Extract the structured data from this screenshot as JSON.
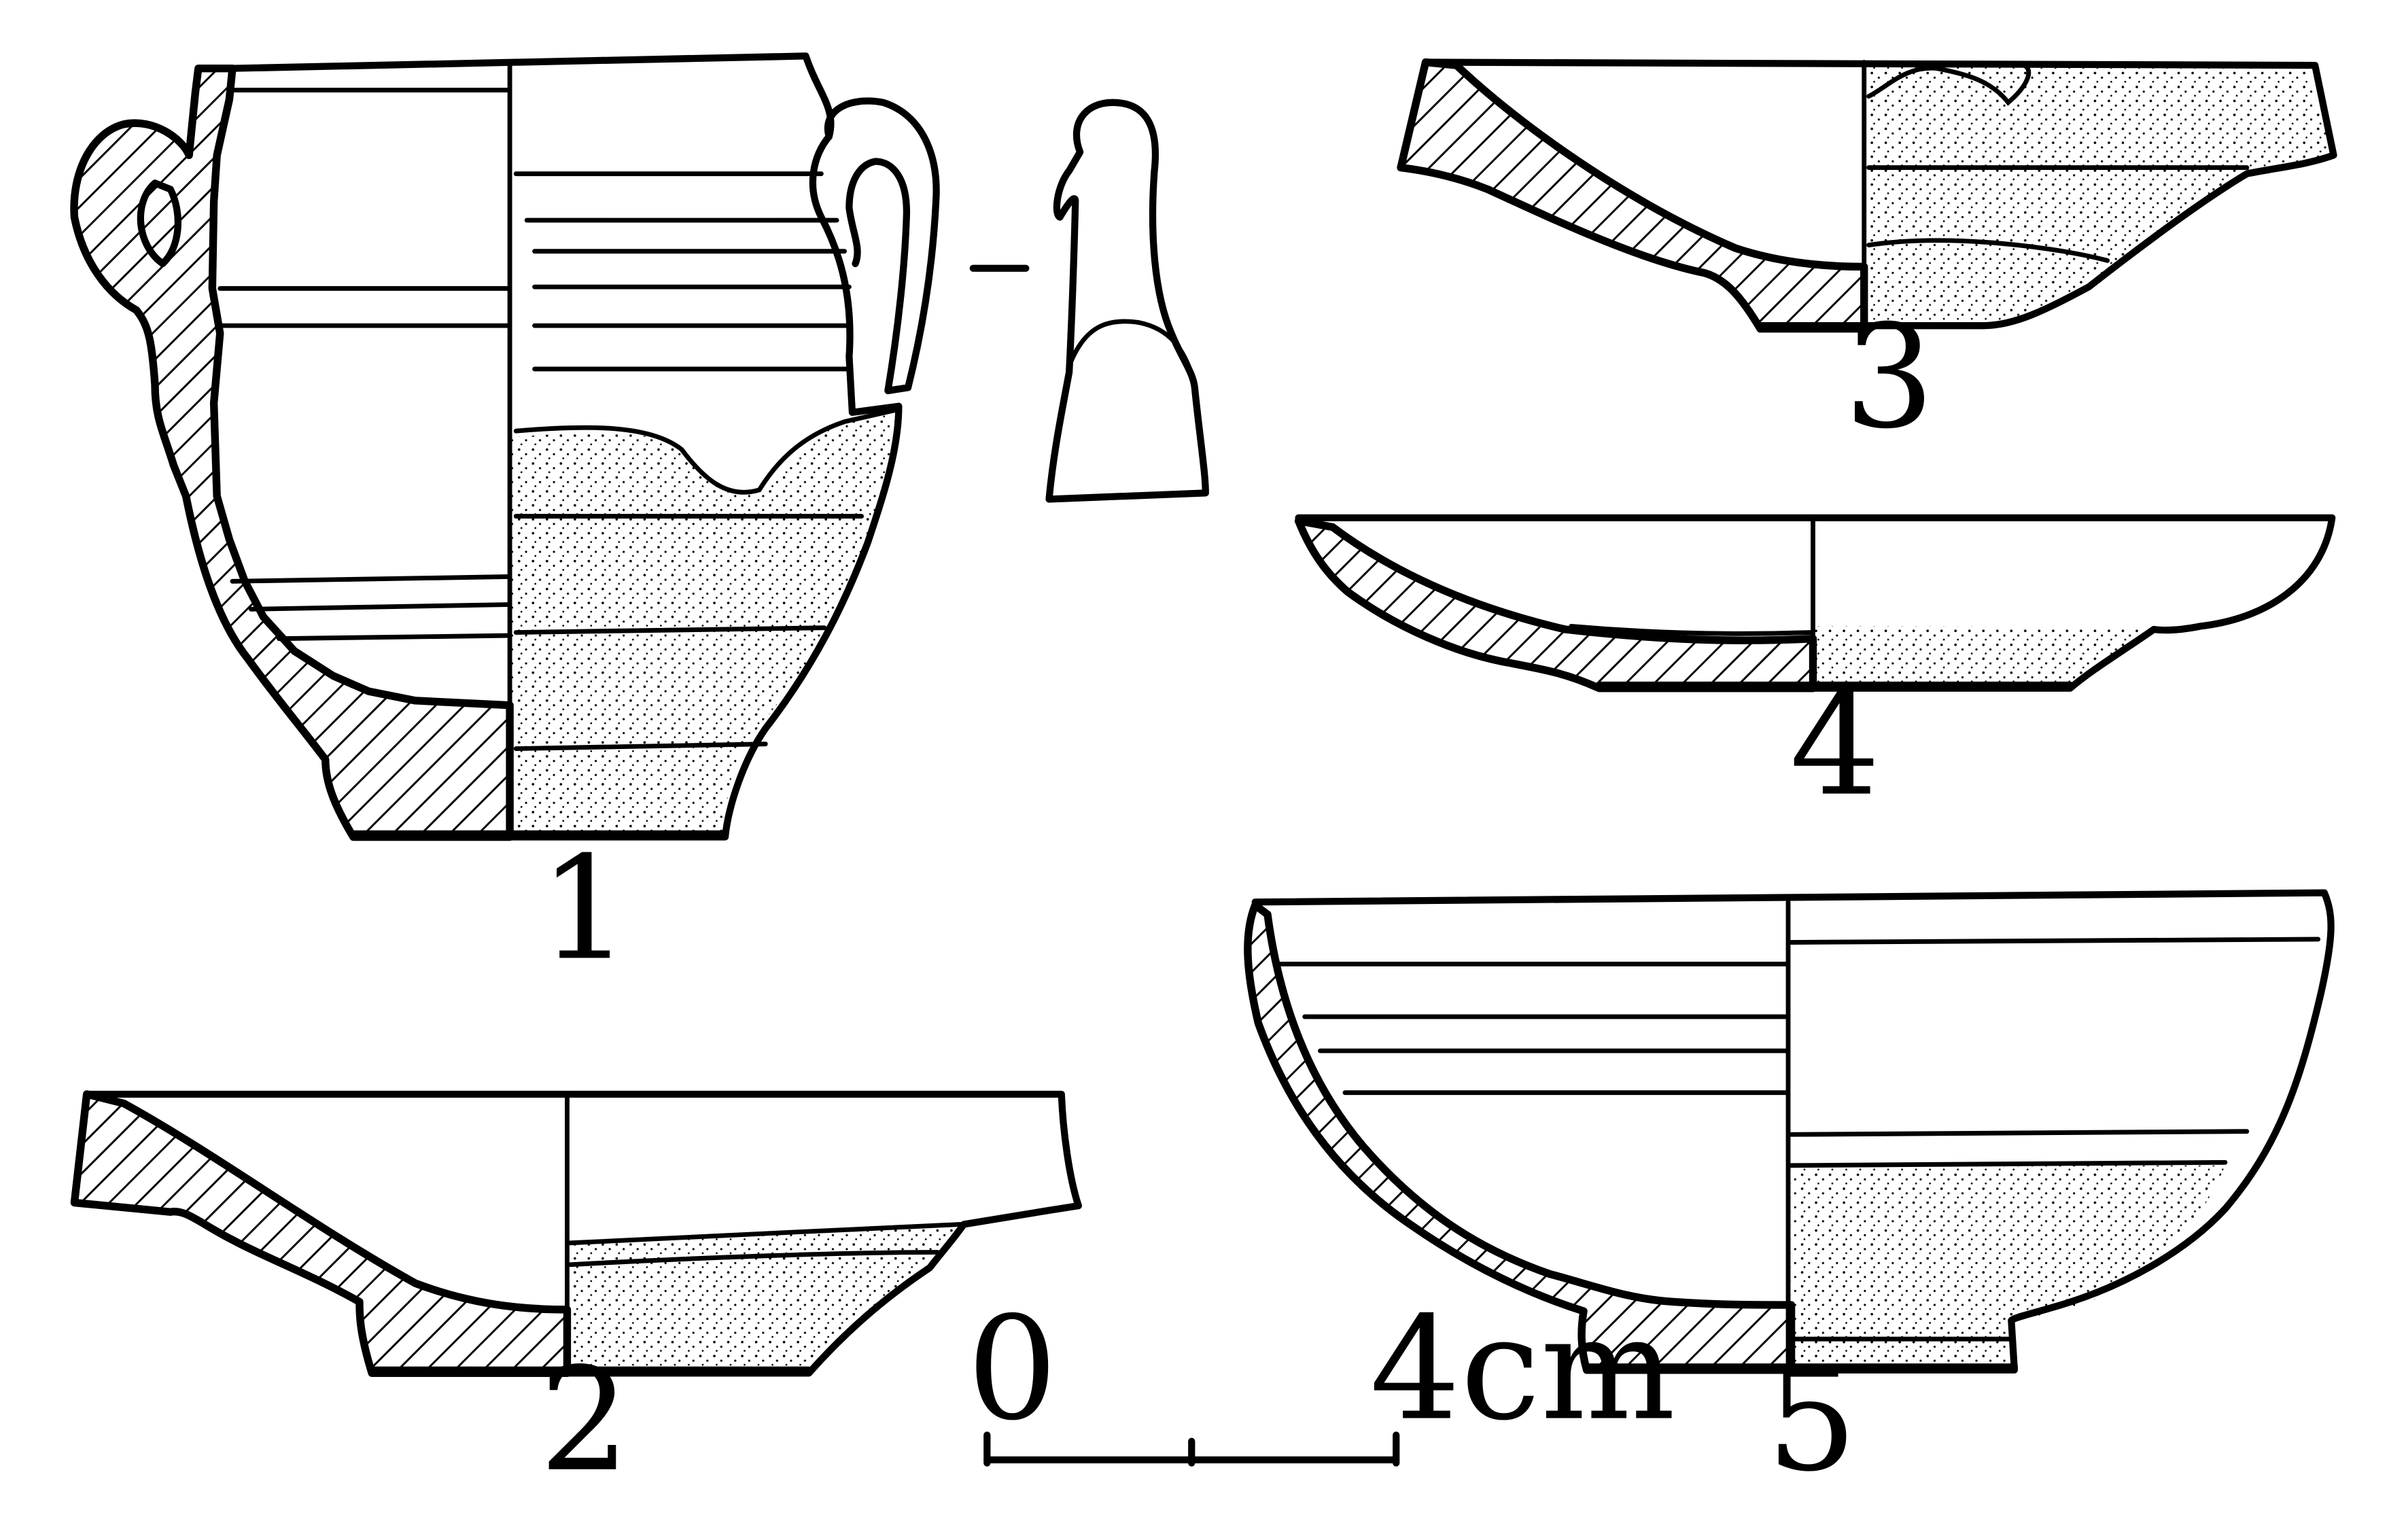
{
  "figure": {
    "labels": {
      "vessel_1": "1",
      "vessel_2": "2",
      "vessel_3": "3",
      "vessel_4": "4",
      "vessel_5": "5"
    },
    "scale_bar": {
      "start_label": "0",
      "end_label": "4cm"
    }
  }
}
